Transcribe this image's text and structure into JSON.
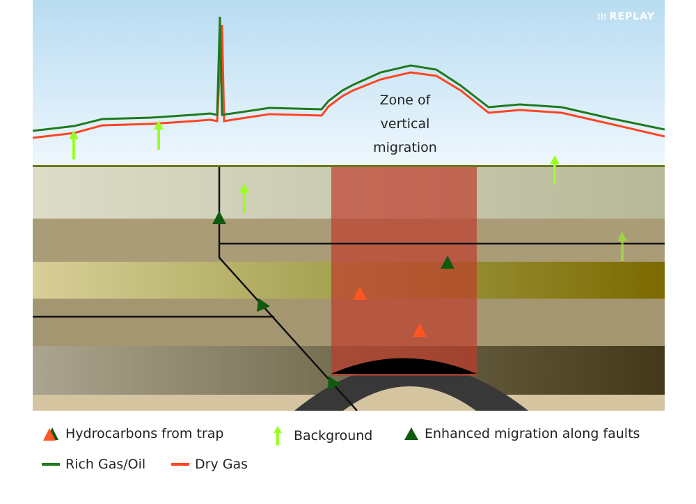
{
  "replay": {
    "label": "REPLAY",
    "icon": "replay-icon"
  },
  "zone_label": [
    "Zone of",
    "vertical",
    "migration"
  ],
  "legend": {
    "hydrocarbons": "Hydrocarbons from trap",
    "background": "Background",
    "enhanced": "Enhanced migration along faults",
    "rich_gas": "Rich Gas/Oil",
    "dry_gas": "Dry Gas"
  },
  "colors": {
    "rich_gas": "#1e7a1e",
    "dry_gas": "#ff4422",
    "background_arrow": "#99ff22",
    "enhanced_marker": "#0f5a0f",
    "trap_marker": "#ff5522",
    "zone_fill": "#c0392b"
  }
}
